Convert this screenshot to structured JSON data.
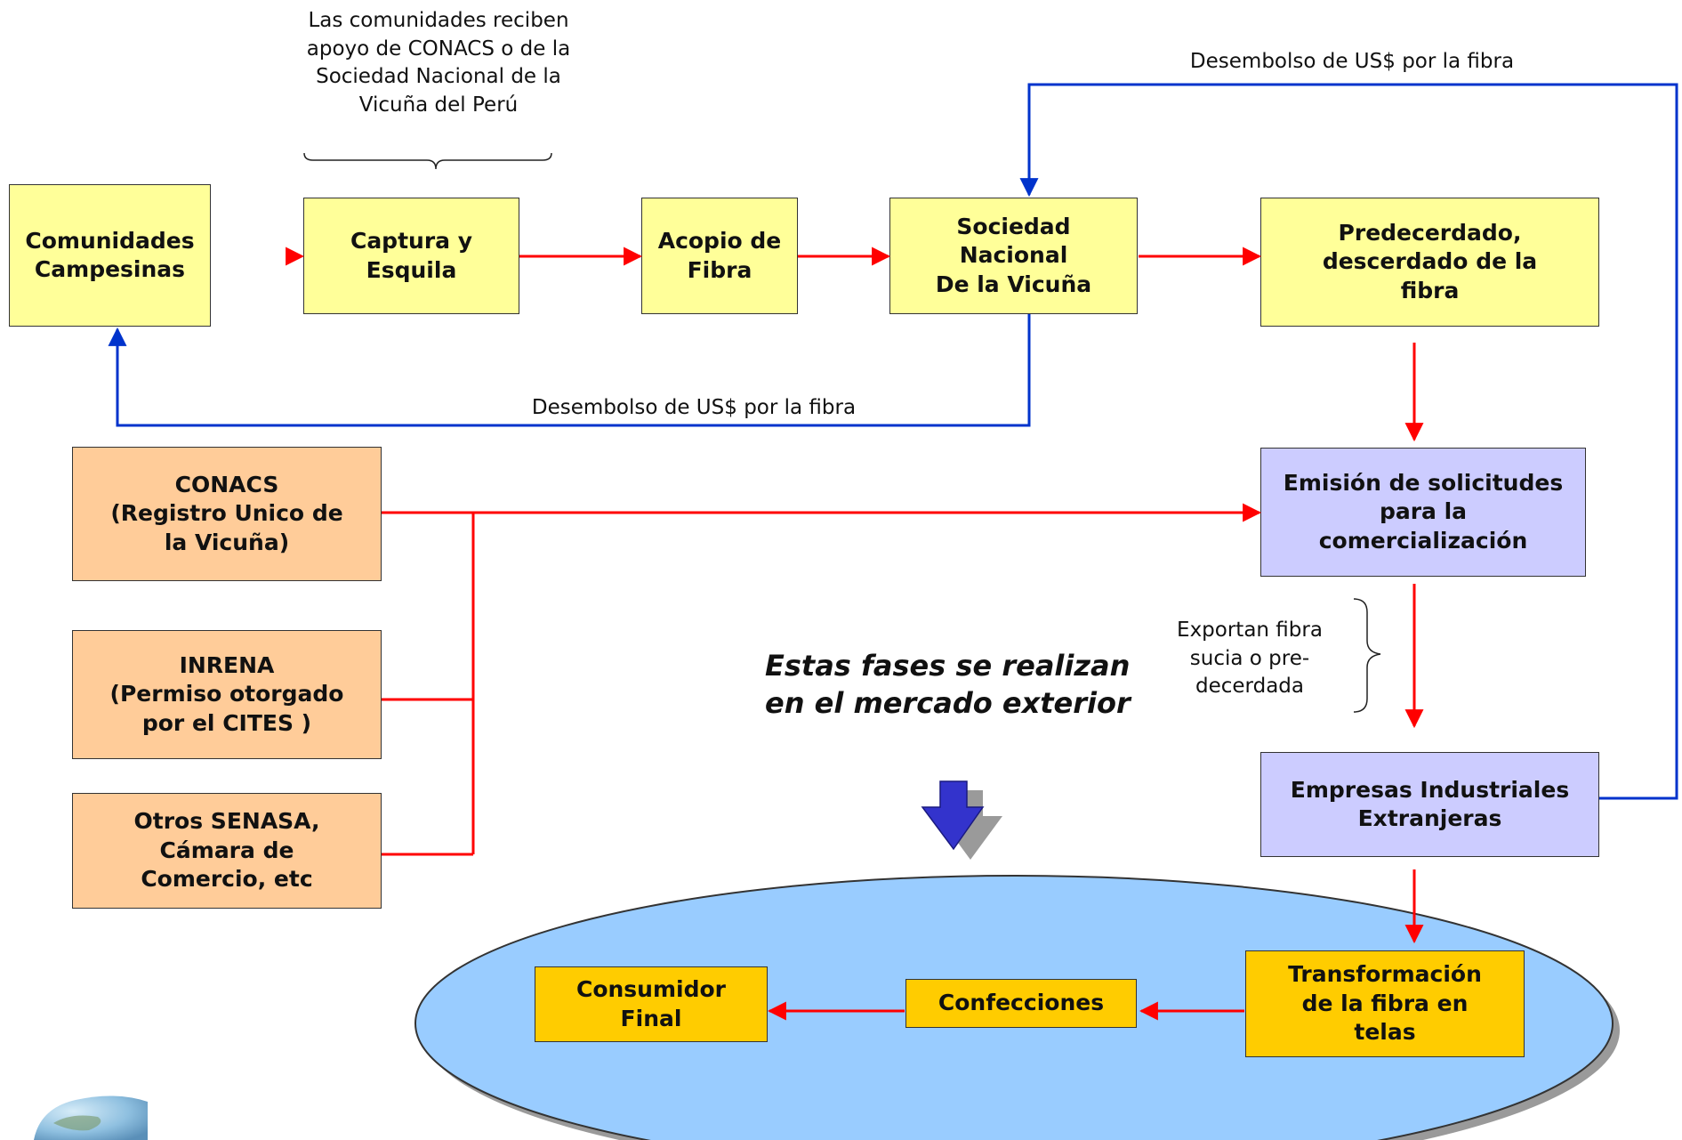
{
  "boxes": {
    "comunidades": "Comunidades\nCampesinas",
    "captura": "Captura y\nEsquila",
    "acopio": "Acopio de\nFibra",
    "sociedad": "Sociedad\nNacional\nDe la Vicuña",
    "predecerdado": "Predecerdado,\ndescerdado  de la\nfibra",
    "conacs": "CONACS\n(Registro Unico de\nla Vicuña)",
    "inrena": "INRENA\n(Permiso otorgado\npor el CITES )",
    "otros": "Otros SENASA,\nCámara de\nComercio, etc",
    "emision": "Emisión de solicitudes\npara la\ncomercialización",
    "empresas": "Empresas Industriales\nExtranjeras",
    "transformacion": "Transformación\nde la fibra en\ntelas",
    "confecciones": "Confecciones",
    "consumidor": "Consumidor\nFinal"
  },
  "notes": {
    "apoyo": "Las comunidades reciben\napoyo de CONACS o de la\nSociedad Nacional de la\nVicuña del Perú",
    "desembolso_top": "Desembolso de US$ por la fibra",
    "desembolso_bottom": "Desembolso de US$ por la fibra",
    "exportan": "Exportan fibra\nsucia o pre-\ndecerdada",
    "mercado_exterior": "Estas fases se realizan\nen el mercado exterior"
  },
  "colors": {
    "flow_arrow": "#ff0000",
    "payment_arrow": "#0033cc",
    "domestic_box": "#ffff99",
    "institution_box": "#ffcc99",
    "export_box": "#ccccff",
    "foreign_box": "#ffcc00",
    "ellipse_fill": "#99ccff"
  }
}
